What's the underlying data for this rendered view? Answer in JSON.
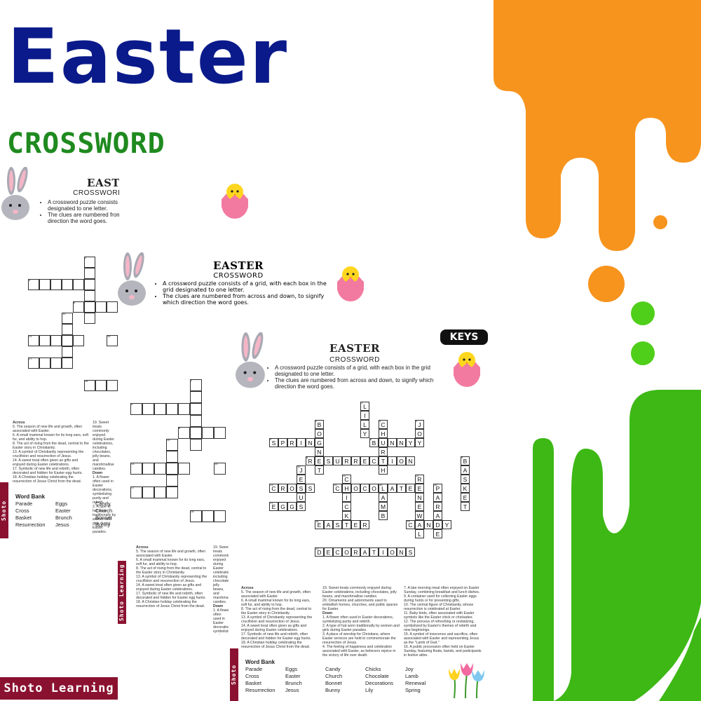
{
  "title": "Easter",
  "subtitle": "CROSSWORD",
  "brand": "Shoto Learning",
  "keys_label": "KEYS",
  "colors": {
    "title": "#0a1a8a",
    "subtitle": "#1f8a1f",
    "orange": "#f7941d",
    "green": "#3db815",
    "brand": "#8a1230"
  },
  "sheet": {
    "title": "EASTER",
    "subtitle": "CROSSWORD",
    "instructions": [
      "A crossword puzzle consists of a grid, with each box in the grid designated to one letter.",
      "The clues are numbered from across and down, to signify which direction the word goes."
    ],
    "across_title": "Across",
    "across": [
      "5. The season of new life and growth, often associated with Easter.",
      "6. A small mammal known for its long ears, soft fur, and ability to hop.",
      "8. The act of rising from the dead, central to the Easter story in Christianity.",
      "13. A symbol of Christianity representing the crucifixion and resurrection of Jesus.",
      "14. A sweet treat often given as gifts and enjoyed during Easter celebrations.",
      "17. Symbolic of new life and rebirth, often decorated and hidden for Easter egg hunts.",
      "18. A Christian holiday celebrating the resurrection of Jesus Christ from the dead."
    ],
    "across2": [
      "19. Sweet treats commonly enjoyed during Easter celebrations, including chocolates, jelly beans, and marshmallow candies.",
      "20. Ornaments and adornments used to embellish homes, churches, and public spaces for Easter."
    ],
    "down_title": "Down",
    "down": [
      "1. A flower often used in Easter decorations, symbolizing purity and rebirth.",
      "2. A type of hat worn traditionally by women and girls during Easter parades.",
      "3. A place of worship for Christians, where Easter services are held to commemorate the resurrection of Jesus.",
      "4. The feeling of happiness and celebration associated with Easter, as believers rejoice in the victory of life over death."
    ],
    "down2": [
      "7. A late morning meal often enjoyed on Easter Sunday, combining breakfast and lunch dishes.",
      "9. A container used for collecting Easter eggs during hunts or for presenting gifts.",
      "10. The central figure of Christianity, whose resurrection is celebrated at Easter.",
      "11. Baby birds, often associated with Easter symbols like the Easter chick or chickadee.",
      "12. The process of refreshing or revitalizing, symbolized by Easter's themes of rebirth and new beginnings.",
      "15. A symbol of innocence and sacrifice, often associated with Easter and representing Jesus as the \"Lamb of God.\"",
      "16. A public procession often held on Easter Sunday, featuring floats, bands, and participants in festive attire."
    ],
    "word_bank_title": "Word Bank",
    "word_bank": [
      "Parade",
      "Eggs",
      "Candy",
      "Chicks",
      "Joy",
      "Cross",
      "Easter",
      "Church",
      "Chocolate",
      "Lamb",
      "Basket",
      "Brunch",
      "Bonnet",
      "Decorations",
      "Renewal",
      "Resurrection",
      "Jesus",
      "Bunny",
      "Lily",
      "Spring"
    ]
  },
  "answer_grid": {
    "words": [
      {
        "word": "SPRING",
        "dir": "across",
        "num": "5",
        "r": 5,
        "c": 0
      },
      {
        "word": "BUNNY",
        "dir": "across",
        "num": "6",
        "r": 5,
        "c": 11
      },
      {
        "word": "RESURRECTION",
        "dir": "across",
        "num": "8",
        "r": 7,
        "c": 4
      },
      {
        "word": "CROSS",
        "dir": "across",
        "num": "13",
        "r": 10,
        "c": 0
      },
      {
        "word": "CHOCOLATE",
        "dir": "across",
        "num": "14",
        "r": 10,
        "c": 7
      },
      {
        "word": "EGGS",
        "dir": "across",
        "num": "17",
        "r": 12,
        "c": 0
      },
      {
        "word": "EASTER",
        "dir": "across",
        "num": "18",
        "r": 14,
        "c": 5
      },
      {
        "word": "CANDY",
        "dir": "across",
        "num": "19",
        "r": 14,
        "c": 15
      },
      {
        "word": "DECORATIONS",
        "dir": "across",
        "num": "20",
        "r": 17,
        "c": 5
      },
      {
        "word": "LILY",
        "dir": "down",
        "num": "1",
        "r": 1,
        "c": 10
      },
      {
        "word": "BONNET",
        "dir": "down",
        "num": "2",
        "r": 3,
        "c": 5
      },
      {
        "word": "CHURCH",
        "dir": "down",
        "num": "3",
        "r": 3,
        "c": 12
      },
      {
        "word": "JOY",
        "dir": "down",
        "num": "4",
        "r": 3,
        "c": 16
      },
      {
        "word": "BASKET",
        "dir": "down",
        "num": "9",
        "r": 7,
        "c": 21
      },
      {
        "word": "JESUS",
        "dir": "down",
        "num": "10",
        "r": 8,
        "c": 3
      },
      {
        "word": "CHICKS",
        "dir": "down",
        "num": "11",
        "r": 9,
        "c": 8
      },
      {
        "word": "RENEWAL",
        "dir": "down",
        "num": "12",
        "r": 9,
        "c": 16
      },
      {
        "word": "LAMB",
        "dir": "down",
        "num": "15",
        "r": 10,
        "c": 12
      },
      {
        "word": "PARADE",
        "dir": "down",
        "num": "16",
        "r": 10,
        "c": 18
      }
    ]
  }
}
